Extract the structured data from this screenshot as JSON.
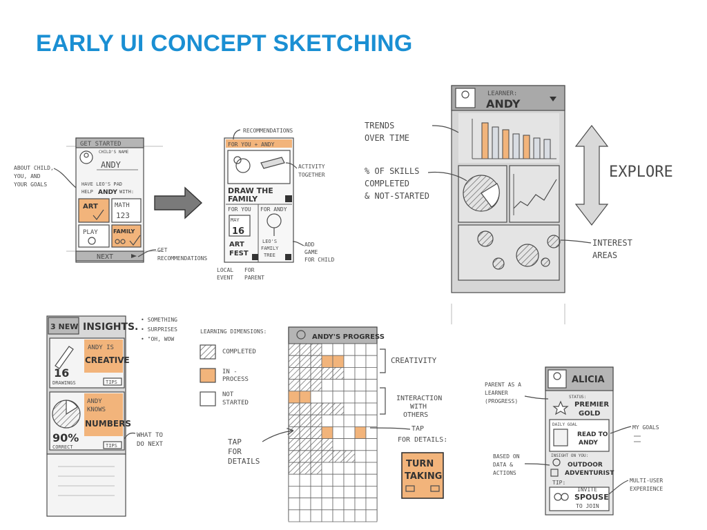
{
  "title": "EARLY UI CONCEPT SKETCHING",
  "colors": {
    "accent": "#1a8fd3",
    "orange": "#f2b47b",
    "gray": "#d9d9d9",
    "dark": "#a9a9a9"
  },
  "s1": {
    "header": "GET STARTED",
    "childs_name_label": "CHILD'S NAME",
    "child_name": "ANDY",
    "help_line1": "HAVE LEO'S PAD",
    "help_line2_a": "HELP",
    "help_line2_name": "ANDY",
    "help_line2_b": "WITH:",
    "tiles": [
      "ART",
      "MATH",
      "PLAY",
      "FAMILY"
    ],
    "math_sub": "123",
    "next": "NEXT",
    "note_about": [
      "ABOUT CHILD,",
      "YOU, AND",
      "YOUR GOALS"
    ],
    "note_get": [
      "GET",
      "RECOMMENDATIONS"
    ]
  },
  "s2": {
    "note_rec": "RECOMMENDATIONS",
    "for_you_andy": "FOR YOU + ANDY",
    "draw": [
      "DRAW THE",
      "FAMILY"
    ],
    "for_you": "FOR YOU",
    "for_andy": "FOR ANDY",
    "month": "MAY",
    "day": "16",
    "event": [
      "ART",
      "FEST"
    ],
    "tree": [
      "LEO'S",
      "FAMILY",
      "TREE"
    ],
    "note_activity": [
      "ACTIVITY",
      "TOGETHER"
    ],
    "note_add": [
      "ADD",
      "GAME",
      "FOR CHILD"
    ],
    "note_local": [
      "LOCAL",
      "EVENT"
    ],
    "note_parent": [
      "FOR",
      "PARENT"
    ]
  },
  "s3": {
    "learner_label": "LEARNER:",
    "learner_name": "ANDY",
    "note_trends": [
      "TRENDS",
      "OVER TIME"
    ],
    "note_skills": [
      "% OF SKILLS",
      "COMPLETED",
      "& NOT-STARTED"
    ],
    "explore": "EXPLORE",
    "note_interest": [
      "INTEREST",
      "AREAS"
    ]
  },
  "s4": {
    "badge": "3 NEW",
    "heading": "INSIGHTS.",
    "notes": [
      "• SOMETHING",
      "• SURPRISES",
      "• \"OH, WOW"
    ],
    "card1_title": [
      "ANDY IS",
      "CREATIVE"
    ],
    "card1_value": "16",
    "card1_unit": "DRAWINGS",
    "tips": "TIPS",
    "card2_title": [
      "ANDY",
      "KNOWS",
      "NUMBERS"
    ],
    "card2_value": "90%",
    "card2_unit": "CORRECT",
    "note_next": [
      "WHAT TO",
      "DO NEXT"
    ]
  },
  "s5": {
    "dims_label": "LEARNING DIMENSIONS:",
    "legend": [
      [
        "COMPLETED"
      ],
      [
        "IN -",
        "PROCESS"
      ],
      [
        "NOT",
        "STARTED"
      ]
    ],
    "header": "ANDY'S PROGRESS",
    "note_creativity": "CREATIVITY",
    "note_interaction": [
      "INTERACTION",
      "WITH",
      "OTHERS"
    ],
    "note_tap": [
      "TAP",
      "FOR",
      "DETAILS"
    ],
    "note_tap2": [
      "TAP",
      "FOR DETAILS:"
    ],
    "turn": [
      "TURN",
      "TAKING"
    ]
  },
  "s6": {
    "name": "ALICIA",
    "status_label": "STATUS:",
    "status": [
      "PREMIER",
      "GOLD"
    ],
    "daily_label": "DAILY GOAL",
    "daily": [
      "READ TO",
      "ANDY"
    ],
    "insight_label": "INSIGHT ON YOU:",
    "insight": [
      "OUTDOOR",
      "ADVENTURIST"
    ],
    "tip_label": "TIP:",
    "invite": [
      "INVITE",
      "SPOUSE",
      "TO JOIN"
    ],
    "note_parent": [
      "PARENT AS A",
      "LEARNER",
      "(PROGRESS)"
    ],
    "note_goals": "MY GOALS",
    "note_based": [
      "BASED ON",
      "DATA &",
      "ACTIONS"
    ],
    "note_multi": [
      "MULTI-USER",
      "EXPERIENCE"
    ]
  }
}
